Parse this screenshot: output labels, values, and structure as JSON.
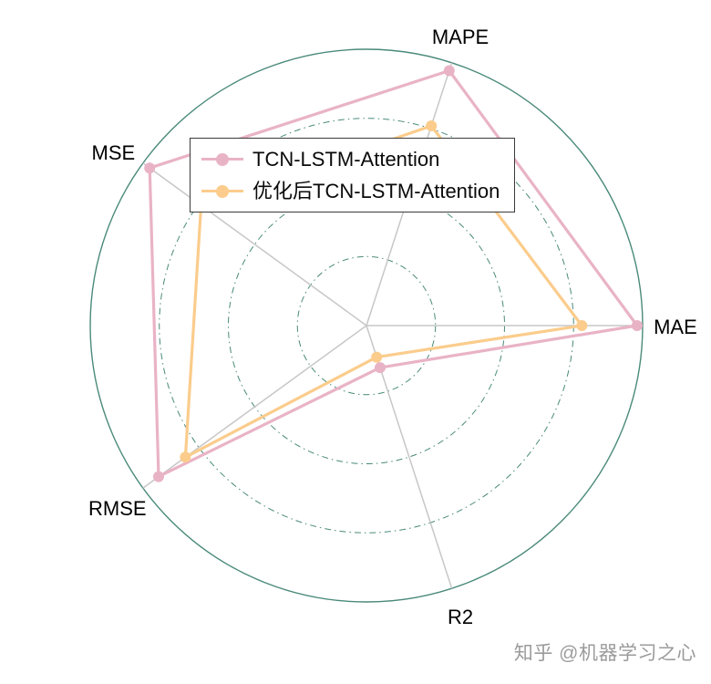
{
  "chart_data": {
    "type": "radar",
    "title": "",
    "categories": [
      "MAPE",
      "MAE",
      "R2",
      "RMSE",
      "MSE"
    ],
    "axis_angles_deg": [
      72,
      0,
      288,
      216,
      144
    ],
    "rlim": [
      0,
      1
    ],
    "rings": [
      0.25,
      0.5,
      0.75,
      1.0
    ],
    "grid_on": true,
    "grid_color": "#4a8a7a",
    "spoke_color": "#c7c7c7",
    "legend_position": "upper-left-inside",
    "series": [
      {
        "name": "TCN-LSTM-Attention",
        "color": "#e9b3c6",
        "values": [
          0.97,
          0.98,
          0.16,
          0.93,
          0.97
        ]
      },
      {
        "name": "优化后TCN-LSTM-Attention",
        "color": "#fbcc8c",
        "values": [
          0.76,
          0.78,
          0.12,
          0.81,
          0.74
        ]
      }
    ]
  },
  "legend": {
    "items": [
      {
        "label": "TCN-LSTM-Attention",
        "color": "#e9b3c6"
      },
      {
        "label": "优化后TCN-LSTM-Attention",
        "color": "#fbcc8c"
      }
    ]
  },
  "watermark": {
    "text": "知乎 @机器学习之心",
    "color": "#9b9b9b"
  }
}
